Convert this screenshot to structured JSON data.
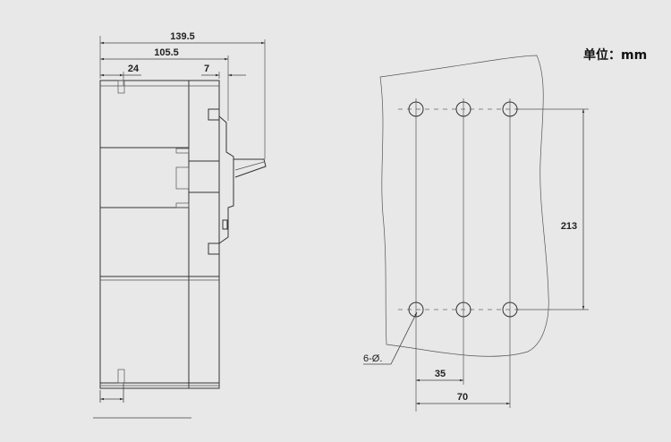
{
  "unit_label": "单位：mm",
  "side_view": {
    "dim_overall_depth": "139.5",
    "dim_body_depth": "105.5",
    "dim_mount_offset": "24",
    "dim_front_plate": "7"
  },
  "mounting_view": {
    "dim_vertical_spacing": "213",
    "dim_hole_pitch": "35",
    "dim_hole_span": "70",
    "hole_callout": "6-Ø."
  }
}
